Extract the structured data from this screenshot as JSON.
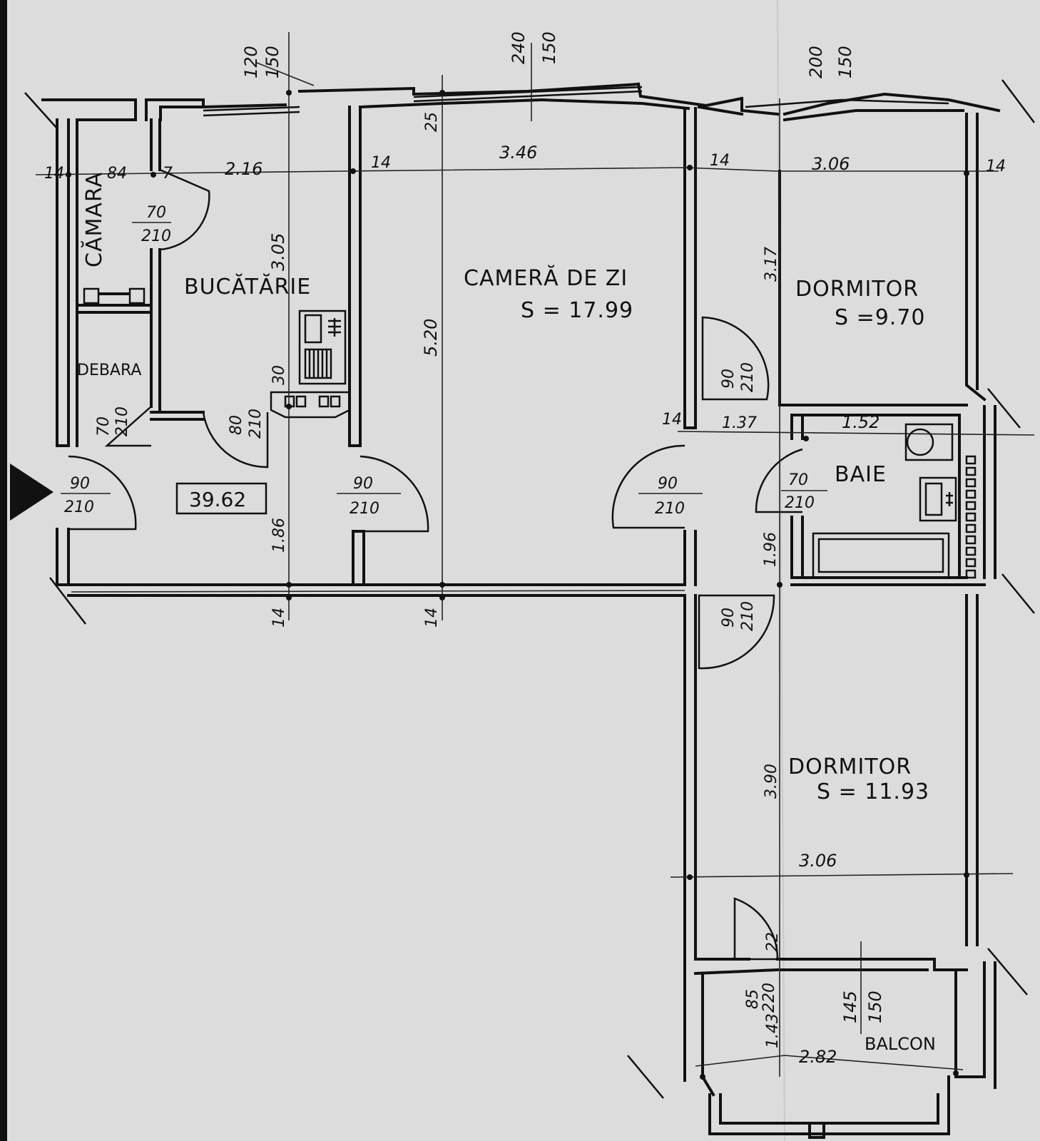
{
  "rooms": {
    "camara": "CĂMARA",
    "bucatarie": "BUCĂTĂRIE",
    "debara": "DEBARA",
    "camera_de_zi": "CAMERĂ DE ZI",
    "camera_de_zi_area": "S = 17.99",
    "dormitor1": "DORMITOR",
    "dormitor1_area": "S =9.70",
    "baie": "BAIE",
    "dormitor2": "DORMITOR",
    "dormitor2_area": "S = 11.93",
    "balcon": "BALCON"
  },
  "total_area": "39.62",
  "windows": {
    "w1_a": "120",
    "w1_b": "150",
    "w2_a": "240",
    "w2_b": "150",
    "w3_a": "200",
    "w3_b": "150",
    "w4_a": "145",
    "w4_b": "150"
  },
  "dimensions": {
    "d14_a": "14",
    "d84": "84",
    "d7": "7",
    "d216": "2.16",
    "d14_b": "14",
    "d346": "3.46",
    "d14_c": "14",
    "d306_top": "3.06",
    "d14_d": "14",
    "d305": "3.05",
    "d520": "5.20",
    "d25": "25",
    "d317": "3.17",
    "d30": "30",
    "d14_e": "14",
    "d137": "1.37",
    "d152": "1.52",
    "d186": "1.86",
    "d196": "1.96",
    "d14_f": "14",
    "d14_g": "14",
    "d390": "3.90",
    "d306_bot": "3.06",
    "d22": "22",
    "d143": "1.43",
    "d282": "2.82"
  },
  "doors": {
    "camara_a": "70",
    "camara_b": "210",
    "debara_a": "70",
    "debara_b": "210",
    "bucatarie_a": "80",
    "bucatarie_b": "210",
    "entry_a": "90",
    "entry_b": "210",
    "hall_a": "90",
    "hall_b": "210",
    "living_a": "90",
    "living_b": "210",
    "dorm1_a": "90",
    "dorm1_b": "210",
    "baie_a": "70",
    "baie_b": "210",
    "dorm2_a": "90",
    "dorm2_b": "210",
    "balcon_a": "85",
    "balcon_b": "220"
  }
}
